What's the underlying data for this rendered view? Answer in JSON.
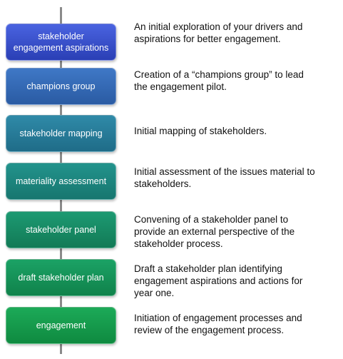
{
  "steps": [
    {
      "label": "stakeholder\nengagement aspirations",
      "description": "An initial exploration of your drivers and\naspirations for better engagement.",
      "color_top": "#4a63e0",
      "color_bottom": "#2a3fb5"
    },
    {
      "label": "champions group",
      "description": "Creation of a “champions group” to lead\nthe engagement pilot.",
      "color_top": "#3f78c6",
      "color_bottom": "#2a5ba3"
    },
    {
      "label": "stakeholder mapping",
      "description": "Initial mapping of stakeholders.",
      "color_top": "#2f8aa8",
      "color_bottom": "#1f6c88"
    },
    {
      "label": "materiality assessment",
      "description": "Initial assessment of the issues material to\nstakeholders.",
      "color_top": "#22938c",
      "color_bottom": "#17766f"
    },
    {
      "label": "stakeholder panel",
      "description": "Convening of a stakeholder panel to\nprovide an external perspective of the\nstakeholder process.",
      "color_top": "#1d9a72",
      "color_bottom": "#127a56"
    },
    {
      "label": "draft stakeholder plan",
      "description": "Draft a stakeholder plan identifying\nengagement aspirations and actions for\nyear one.",
      "color_top": "#1ba265",
      "color_bottom": "#10824b"
    },
    {
      "label": "engagement",
      "description": "Initiation of engagement processes and\nreview of the engagement process.",
      "color_top": "#1caa58",
      "color_bottom": "#0f8a40"
    }
  ]
}
